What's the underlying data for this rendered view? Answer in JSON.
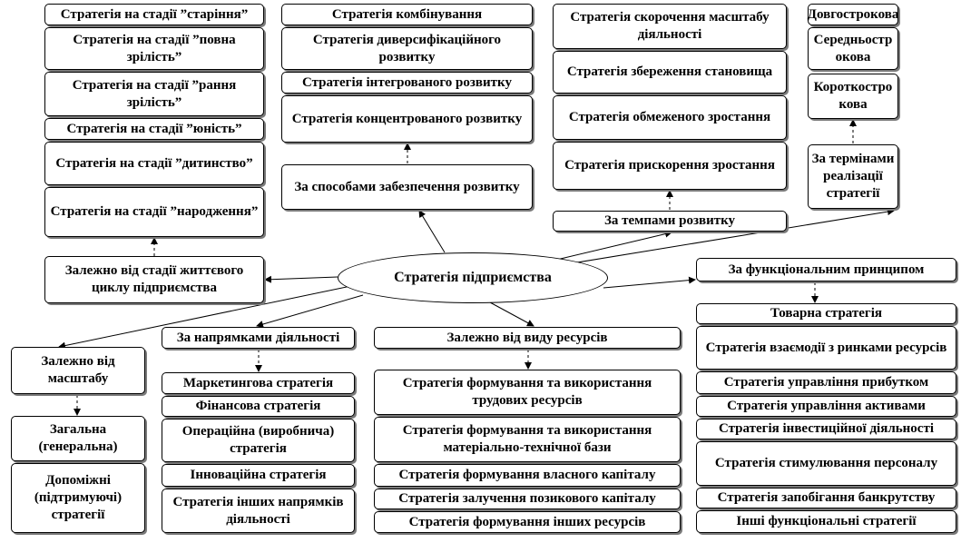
{
  "center": {
    "label": "Стратегія підприємства"
  },
  "groups": {
    "lifecycle": {
      "label": "Залежно від стадії життєвого циклу підприємства",
      "items": [
        "Стратегія на стадії ”старіння”",
        "Стратегія на стадії ”повна зрілість”",
        "Стратегія на стадії ”рання зрілість”",
        "Стратегія на стадії ”юність”",
        "Стратегія на стадії ”дитинство”",
        "Стратегія на стадії ”народження”"
      ]
    },
    "methods": {
      "label": "За способами забезпечення розвитку",
      "items": [
        "Стратегія комбінування",
        "Стратегія диверсифікаційного розвитку",
        "Стратегія інтегрованого розвитку",
        "Стратегія концентрованого розвитку"
      ]
    },
    "pace": {
      "label": "За темпами розвитку",
      "items": [
        "Стратегія скорочення масштабу діяльності",
        "Стратегія збереження становища",
        "Стратегія обмеженого зростання",
        "Стратегія прискорення зростання"
      ]
    },
    "terms": {
      "label": "За термінами реалізації стратегії",
      "items": [
        "Довгострокова",
        "Середньострокова",
        "Короткострокова"
      ]
    },
    "functional": {
      "label": "За функціональним принципом",
      "items": [
        "Товарна стратегія",
        "Стратегія взаємодії з ринками ресурсів",
        "Стратегія управління прибутком",
        "Стратегія управління активами",
        "Стратегія інвестиційної діяльності",
        "Стратегія стимулювання персоналу",
        "Стратегія запобігання банкрутству",
        "Інші функціональні стратегії"
      ]
    },
    "resources": {
      "label": "Залежно від виду ресурсів",
      "items": [
        "Стратегія формування та використання трудових ресурсів",
        "Стратегія формування та використання матеріально-технічної бази",
        "Стратегія формування власного капіталу",
        "Стратегія залучення позикового капіталу",
        "Стратегія формування інших ресурсів"
      ]
    },
    "directions": {
      "label": "За напрямками діяльності",
      "items": [
        "Маркетингова стратегія",
        "Фінансова стратегія",
        "Операційна (виробнича) стратегія",
        "Інноваційна стратегія",
        "Стратегія інших напрямків діяльності"
      ]
    },
    "scale": {
      "label": "Залежно від масштабу",
      "items": [
        "Загальна (генеральна)",
        "Допоміжні (підтримуючі) стратегії"
      ]
    }
  }
}
